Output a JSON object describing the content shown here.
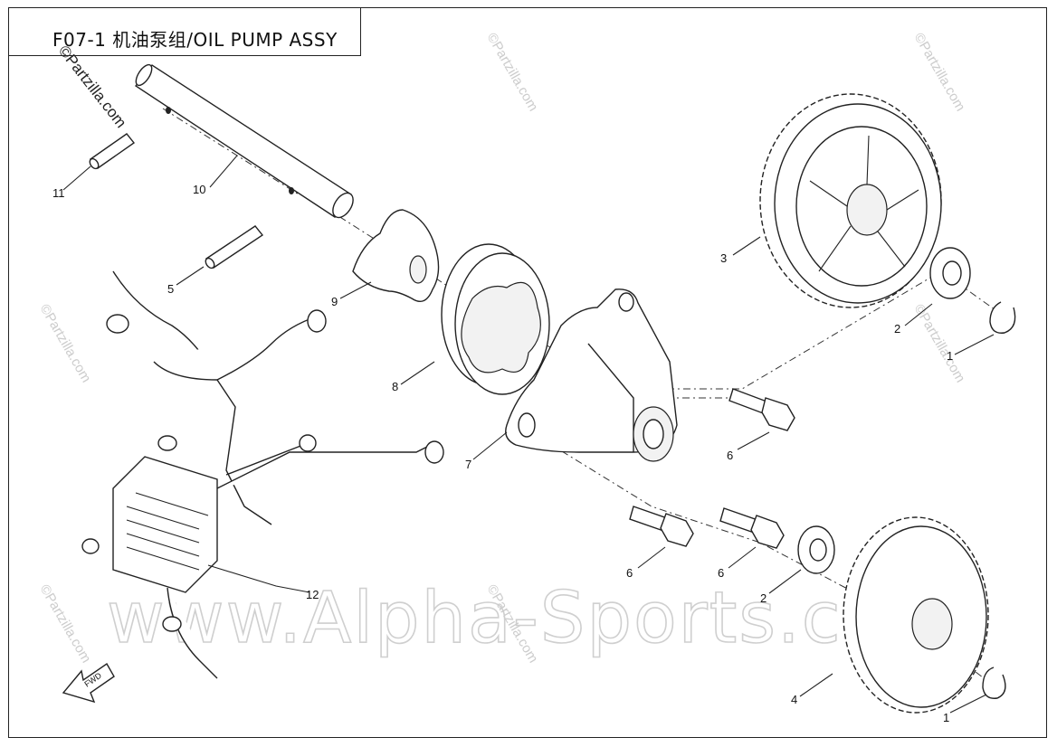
{
  "title": "F07-1 机油泵组/OIL PUMP ASSY",
  "watermarks": {
    "main": "©Partzilla.com",
    "repeat": "©Partzilla.com",
    "banner": "www.Alpha-Sports.com"
  },
  "fwd_label": "FWD",
  "callouts": [
    "1",
    "1",
    "2",
    "2",
    "3",
    "4",
    "5",
    "6",
    "6",
    "6",
    "7",
    "8",
    "9",
    "10",
    "11",
    "12"
  ],
  "parts": [
    {
      "ref": "1",
      "name": "circlip"
    },
    {
      "ref": "2",
      "name": "washer"
    },
    {
      "ref": "3",
      "name": "large-gear"
    },
    {
      "ref": "4",
      "name": "small-gear"
    },
    {
      "ref": "5",
      "name": "pin"
    },
    {
      "ref": "6",
      "name": "bolt"
    },
    {
      "ref": "7",
      "name": "pump-body"
    },
    {
      "ref": "8",
      "name": "outer-rotor"
    },
    {
      "ref": "9",
      "name": "inner-rotor"
    },
    {
      "ref": "10",
      "name": "shaft"
    },
    {
      "ref": "11",
      "name": "pin"
    },
    {
      "ref": "12",
      "name": "oil-cooler-assembly"
    }
  ],
  "colors": {
    "line": "#222222",
    "watermark": "#cccccc",
    "background": "#ffffff"
  }
}
